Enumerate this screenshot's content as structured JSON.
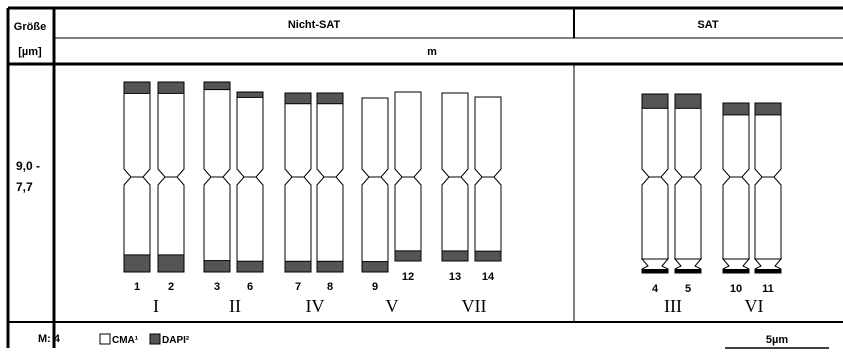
{
  "header": {
    "size_label_line1": "Größe",
    "size_label_line2": "[µm]",
    "group_nonsat": "Nicht-SAT",
    "group_sat": "SAT",
    "type_label": "m"
  },
  "size_range": {
    "top": "9,0 -",
    "bottom": "7,7"
  },
  "colors": {
    "cma": "#ffffff",
    "dapi": "#555555",
    "line": "#000000"
  },
  "chromosomes": [
    {
      "num": "1",
      "top_dapi": 0.06,
      "bottom_dapi": 0.09,
      "sat": false
    },
    {
      "num": "2",
      "top_dapi": 0.06,
      "bottom_dapi": 0.09,
      "sat": false
    },
    {
      "num": "3",
      "top_dapi": 0.04,
      "bottom_dapi": 0.06,
      "sat": false
    },
    {
      "num": "6",
      "top_dapi": 0.03,
      "bottom_dapi": 0.06,
      "sat": false
    },
    {
      "num": "7",
      "top_dapi": 0.06,
      "bottom_dapi": 0.06,
      "sat": false
    },
    {
      "num": "8",
      "top_dapi": 0.06,
      "bottom_dapi": 0.06,
      "sat": false
    },
    {
      "num": "9",
      "top_dapi": 0.0,
      "bottom_dapi": 0.06,
      "sat": false
    },
    {
      "num": "12",
      "top_dapi": 0.0,
      "bottom_dapi": 0.06,
      "sat": false
    },
    {
      "num": "13",
      "top_dapi": 0.0,
      "bottom_dapi": 0.06,
      "sat": false
    },
    {
      "num": "14",
      "top_dapi": 0.0,
      "bottom_dapi": 0.06,
      "sat": false
    },
    {
      "num": "4",
      "top_dapi": 0.08,
      "bottom_dapi": 0.0,
      "sat": true
    },
    {
      "num": "5",
      "top_dapi": 0.08,
      "bottom_dapi": 0.0,
      "sat": true
    },
    {
      "num": "10",
      "top_dapi": 0.07,
      "bottom_dapi": 0.0,
      "sat": true
    },
    {
      "num": "11",
      "top_dapi": 0.07,
      "bottom_dapi": 0.0,
      "sat": true
    }
  ],
  "pair_labels": [
    "I",
    "II",
    "IV",
    "V",
    "VII",
    "III",
    "VI"
  ],
  "footer": {
    "count": "M: 4",
    "legend_cma": "CMA¹",
    "legend_dapi": "DAPI²",
    "scale": "5µm"
  }
}
